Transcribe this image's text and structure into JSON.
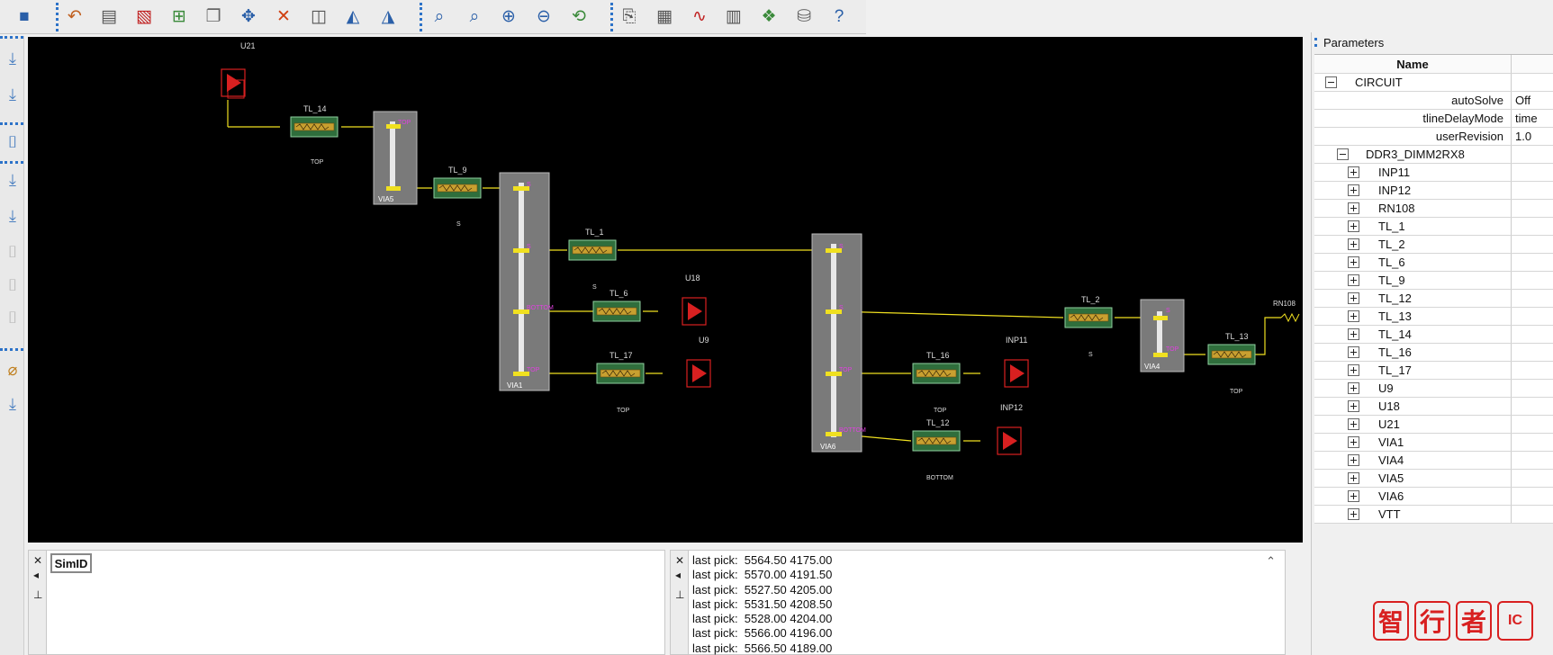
{
  "parameters": {
    "title": "Parameters",
    "header_name": "Name",
    "rows": [
      {
        "label": "CIRCUIT",
        "type": "group",
        "expanded": true,
        "indent": 0
      },
      {
        "label": "autoSolve",
        "type": "prop",
        "value": "Off"
      },
      {
        "label": "tlineDelayMode",
        "type": "prop",
        "value": "time"
      },
      {
        "label": "userRevision",
        "type": "prop",
        "value": "1.0"
      },
      {
        "label": "DDR3_DIMM2RX8",
        "type": "group",
        "expanded": true,
        "indent": 1
      },
      {
        "label": "INP11",
        "type": "item"
      },
      {
        "label": "INP12",
        "type": "item"
      },
      {
        "label": "RN108",
        "type": "item"
      },
      {
        "label": "TL_1",
        "type": "item"
      },
      {
        "label": "TL_2",
        "type": "item"
      },
      {
        "label": "TL_6",
        "type": "item"
      },
      {
        "label": "TL_9",
        "type": "item"
      },
      {
        "label": "TL_12",
        "type": "item"
      },
      {
        "label": "TL_13",
        "type": "item"
      },
      {
        "label": "TL_14",
        "type": "item"
      },
      {
        "label": "TL_16",
        "type": "item"
      },
      {
        "label": "TL_17",
        "type": "item"
      },
      {
        "label": "U9",
        "type": "item"
      },
      {
        "label": "U18",
        "type": "item"
      },
      {
        "label": "U21",
        "type": "item"
      },
      {
        "label": "VIA1",
        "type": "item"
      },
      {
        "label": "VIA4",
        "type": "item"
      },
      {
        "label": "VIA5",
        "type": "item"
      },
      {
        "label": "VIA6",
        "type": "item"
      },
      {
        "label": "VTT",
        "type": "item"
      }
    ]
  },
  "simid": {
    "tab_label": "SimID"
  },
  "log": {
    "lines": [
      "last pick:  5564.50 4175.00",
      "last pick:  5570.00 4191.50",
      "last pick:  5527.50 4205.00",
      "last pick:  5531.50 4208.50",
      "last pick:  5528.00 4204.00",
      "last pick:  5566.00 4196.00",
      "last pick:  5566.50 4189.00"
    ]
  },
  "schematic": {
    "parts": {
      "u21": "U21",
      "tl14": "TL_14",
      "via5": "VIA5",
      "tl9": "TL_9",
      "via1": "VIA1",
      "tl1": "TL_1",
      "tl6": "TL_6",
      "u18": "U18",
      "tl17": "TL_17",
      "u9": "U9",
      "via6": "VIA6",
      "tl16": "TL_16",
      "inp11": "INP11",
      "tl12": "TL_12",
      "inp12": "INP12",
      "tl2": "TL_2",
      "via4": "VIA4",
      "tl13": "TL_13",
      "rn108": "RN108"
    },
    "pin_labels": {
      "top": "TOP",
      "s": "S",
      "bottom": "BOTTOM"
    }
  },
  "logo": {
    "chars": [
      "智",
      "行",
      "者",
      "IC"
    ]
  },
  "colors": {
    "wire": "#f0e020",
    "part_fill": "#2f6e3c",
    "driver": "#d82020",
    "via": "#7a7a7a",
    "label": "#e040e0"
  }
}
